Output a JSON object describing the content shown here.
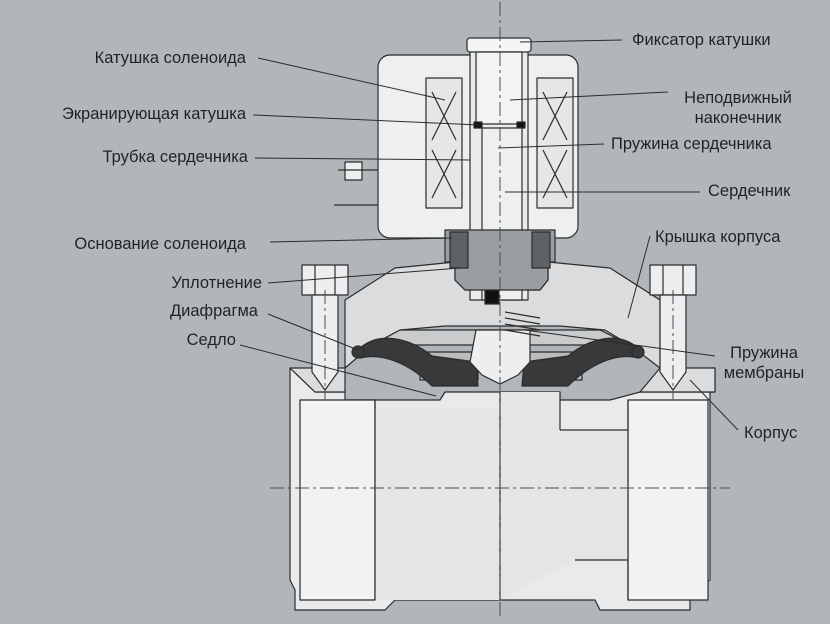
{
  "labels": {
    "coil_retainer": "Фиксатор катушки",
    "solenoid_coil": "Катушка соленоида",
    "fixed_tip": [
      "Неподвижный",
      "наконечник"
    ],
    "shading_coil": "Экранирующая катушка",
    "core_spring": "Пружина сердечника",
    "core_tube": "Трубка сердечника",
    "core": "Сердечник",
    "solenoid_base": "Основание соленоида",
    "body_cover": "Крышка корпуса",
    "seal": "Уплотнение",
    "diaphragm": "Диафрагма",
    "seat": "Седло",
    "diaphragm_spring": [
      "Пружина",
      "мембраны"
    ],
    "body": "Корпус"
  },
  "colors": {
    "background": "#b3b6b8",
    "body_fill": "#e8eaeb",
    "cover_fill": "#dadcdd",
    "coil_fill": "#eef0f0",
    "dark_part": "#37393b",
    "outline": "#2a2c2e",
    "leader_line": "#2a2c2e",
    "text": "#1f2326"
  }
}
